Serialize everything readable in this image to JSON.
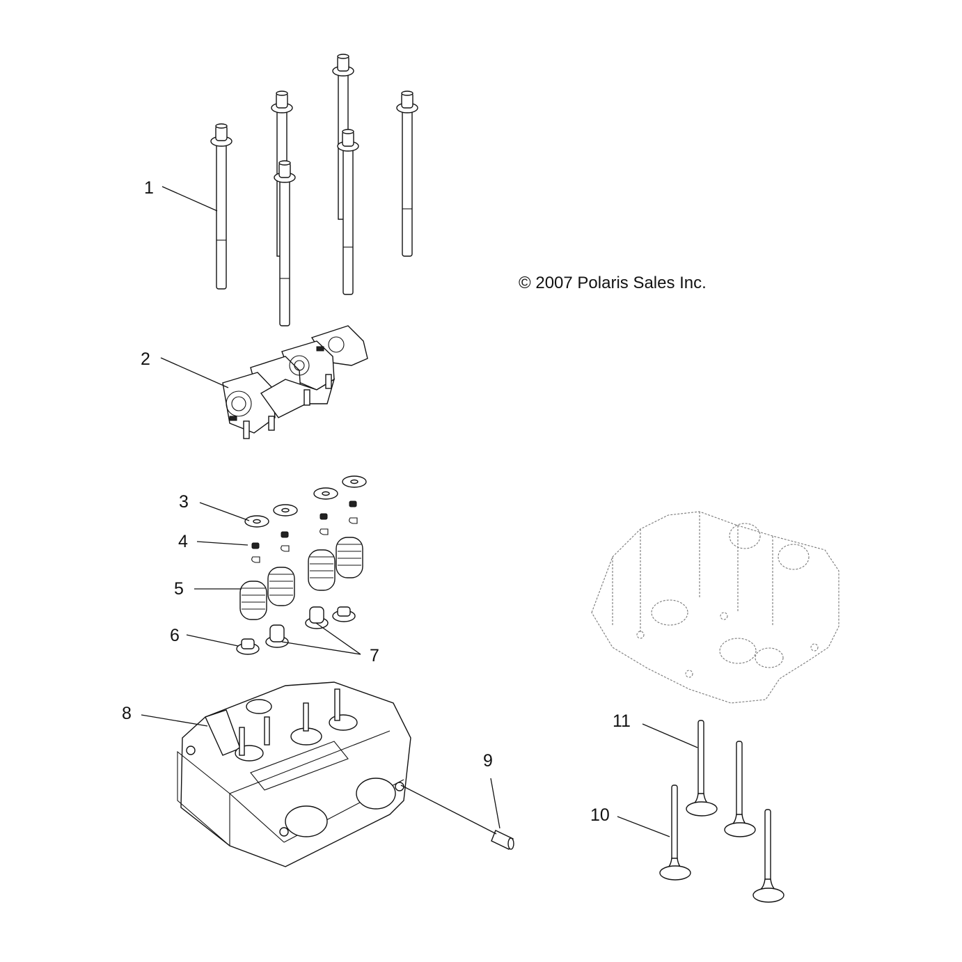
{
  "copyright": "© 2007 Polaris Sales Inc.",
  "callouts": [
    "1",
    "2",
    "3",
    "4",
    "5",
    "6",
    "7",
    "8",
    "9",
    "10",
    "11"
  ],
  "parts": [
    {
      "callout": "1",
      "name": "cylinder-head-bolt"
    },
    {
      "callout": "2",
      "name": "rocker-arm-assembly"
    },
    {
      "callout": "3",
      "name": "valve-spring-retainer"
    },
    {
      "callout": "4",
      "name": "valve-keeper"
    },
    {
      "callout": "5",
      "name": "valve-spring"
    },
    {
      "callout": "6",
      "name": "spring-seat"
    },
    {
      "callout": "7",
      "name": "valve-stem-seal"
    },
    {
      "callout": "8",
      "name": "cylinder-head"
    },
    {
      "callout": "9",
      "name": "dowel-pin"
    },
    {
      "callout": "10",
      "name": "intake-valve"
    },
    {
      "callout": "11",
      "name": "exhaust-valve"
    }
  ]
}
